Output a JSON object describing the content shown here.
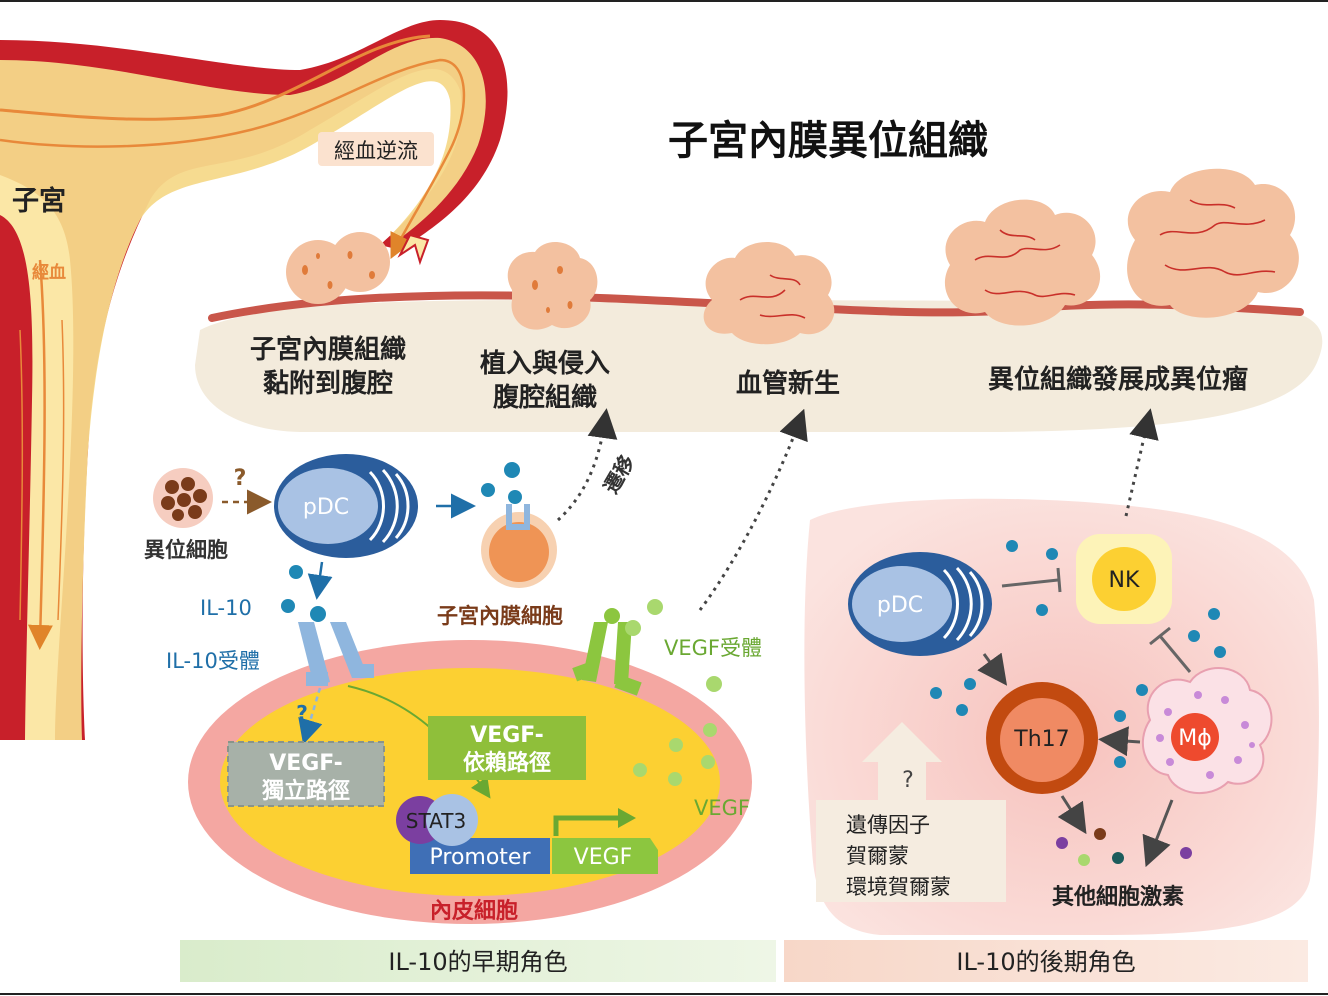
{
  "title": "子宮內膜異位組織",
  "uterus": {
    "label": "子宮",
    "menses": "經血",
    "retrograde": "經血逆流"
  },
  "stages": [
    {
      "line1": "子宮內膜組織",
      "line2": "黏附到腹腔"
    },
    {
      "line1": "植入與侵入",
      "line2": "腹腔組織"
    },
    {
      "line1": "血管新生",
      "line2": ""
    },
    {
      "line1": "異位組織發展成異位瘤",
      "line2": ""
    }
  ],
  "early": {
    "ectopic_cell": "異位細胞",
    "question": "?",
    "pdc": "pDC",
    "il10": "IL-10",
    "il10_receptor": "IL-10受體",
    "endometrial_cell": "子宮內膜細胞",
    "migration": "遷移",
    "vegf_receptor": "VEGF受體",
    "vegf_independent_1": "VEGF-",
    "vegf_independent_2": "獨立路徑",
    "vegf_dependent_1": "VEGF-",
    "vegf_dependent_2": "依賴路徑",
    "stat3": "STAT3",
    "promoter": "Promoter",
    "vegf_gene": "VEGF",
    "vegf": "VEGF",
    "endothelial": "內皮細胞"
  },
  "late": {
    "pdc": "pDC",
    "nk": "NK",
    "th17": "Th17",
    "macrophage": "Mϕ",
    "question": "?",
    "factors": [
      "遺傳因子",
      "賀爾蒙",
      "環境賀爾蒙"
    ],
    "cytokines": "其他細胞激素"
  },
  "footer": {
    "early": "IL-10的早期角色",
    "late": "IL-10的後期角色"
  },
  "colors": {
    "il10_blue": "#1f88b5",
    "vegf_green": "#8cc63f",
    "tissue_pink": "#f3c1a0",
    "uterus_red": "#c8202a"
  }
}
